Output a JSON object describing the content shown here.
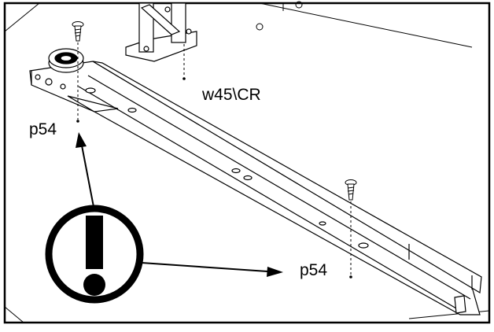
{
  "labels": {
    "part_code": "w45\\CR",
    "screw_code_left": "p54",
    "screw_code_right": "p54"
  },
  "icons": {
    "warning": "exclamation-circle-icon",
    "screw": "screw-icon",
    "wheel": "roller-wheel-icon"
  },
  "colors": {
    "line": "#000000",
    "background": "#ffffff"
  }
}
